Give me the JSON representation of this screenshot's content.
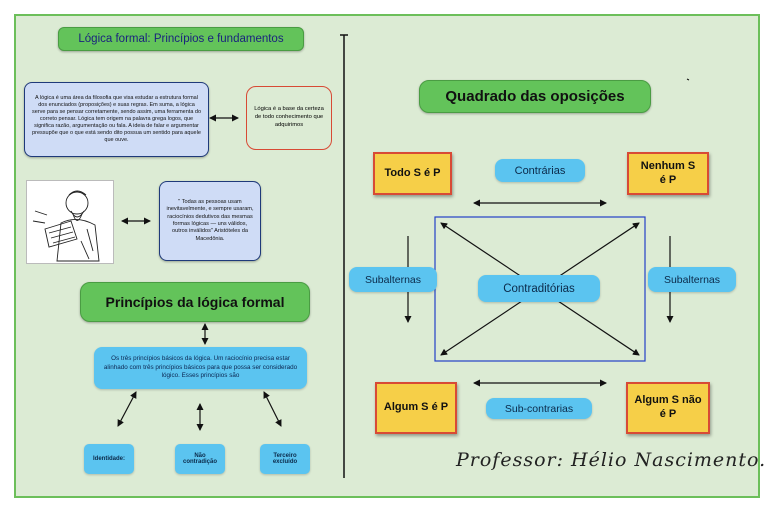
{
  "left": {
    "title": "Lógica formal: Princípios e fundamentos",
    "intro_text": "A lógica é uma área da filosofia que visa estudar a estrutura formal dos enunciados (proposições) e suas regras. Em suma, a lógica serve para se pensar corretamente, sendo assim, uma ferramenta do correto pensar. Lógica tem origem na palavra grega logos, que significa razão, argumentação ou fala. A ideia de falar e argumentar pressupõe que o que está sendo dito possua um sentido para aquele que ouve.",
    "base_text": "Lógica é a base da certeza de todo conhecimento que adquirimos",
    "quote_text": "\" Todas as pessoas usam inevitavelmente, e sempre usaram, raciocínios dedutivos das mesmas formas lógicas — uns válidos, outros inválidos\" Aristóteles da Macedônia.",
    "principles_title": "Princípios da lógica formal",
    "principles_text": "Os três princípios básicos da lógica. Um raciocínio precisa estar alinhado com três princípios básicos para que possa ser considerado lógico. Esses princípios são",
    "principle_1": "Identidade:",
    "principle_2": "Não contradição",
    "principle_3": "Terceiro excluído"
  },
  "right": {
    "title": "Quadrado das oposições",
    "corner_a": "Todo S é P",
    "corner_e": "Nenhum S é P",
    "corner_i": "Algum S é P",
    "corner_o": "Algum S não é P",
    "contrarias": "Contrárias",
    "subalternas_left": "Subalternas",
    "subalternas_right": "Subalternas",
    "contraditorias": "Contraditórias",
    "subcontrarias": "Sub-contrarias",
    "signature": "Professor: Hélio Nascimento."
  },
  "colors": {
    "board": "#dcebd4",
    "title_green": "#63c35a",
    "box_blue": "#cfdcf6",
    "label_cyan": "#5bc4f0",
    "corner_yellow": "#f6cf48",
    "corner_border": "#d84a35"
  }
}
